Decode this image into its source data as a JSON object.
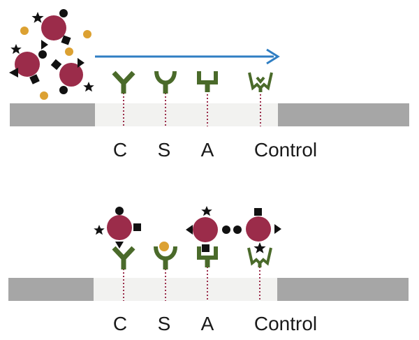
{
  "colors": {
    "particle": "#9b2c4a",
    "antibody": "#4a6a2a",
    "arrow": "#2f7ec3",
    "strip_dark": "#a6a6a6",
    "strip_light": "#f2f2f0",
    "dashes": "#9b2c4a",
    "orange_dot": "#dca132",
    "marker": "#111111"
  },
  "top_panel": {
    "labels": [
      "C",
      "S",
      "A",
      "Control"
    ]
  },
  "bottom_panel": {
    "labels": [
      "C",
      "S",
      "A",
      "Control"
    ]
  }
}
